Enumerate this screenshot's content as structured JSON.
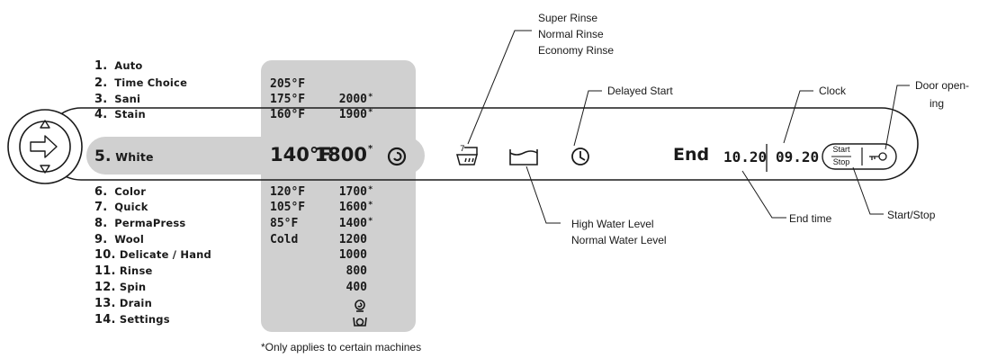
{
  "programs": [
    {
      "num": "1.",
      "name": "Auto",
      "temp": "",
      "spin": "",
      "star": ""
    },
    {
      "num": "2.",
      "name": "Time Choice",
      "temp": "205°F",
      "spin": "",
      "star": ""
    },
    {
      "num": "3.",
      "name": "Sani",
      "temp": "175°F",
      "spin": "2000",
      "star": "*"
    },
    {
      "num": "4.",
      "name": "Stain",
      "temp": "160°F",
      "spin": "1900",
      "star": "*"
    },
    {
      "num": "5.",
      "name": "White",
      "temp": "140°F",
      "spin": "1800",
      "star": "*"
    },
    {
      "num": "6.",
      "name": "Color",
      "temp": "120°F",
      "spin": "1700",
      "star": "*"
    },
    {
      "num": "7.",
      "name": "Quick",
      "temp": "105°F",
      "spin": "1600",
      "star": "*"
    },
    {
      "num": "8.",
      "name": "PermaPress",
      "temp": "85°F",
      "spin": "1400",
      "star": "*"
    },
    {
      "num": "9.",
      "name": "Wool",
      "temp": "Cold",
      "spin": "1200",
      "star": ""
    },
    {
      "num": "10.",
      "name": "Delicate / Hand",
      "temp": "",
      "spin": "1000",
      "star": ""
    },
    {
      "num": "11.",
      "name": "Rinse",
      "temp": "",
      "spin": "800",
      "star": ""
    },
    {
      "num": "12.",
      "name": "Spin",
      "temp": "",
      "spin": "400",
      "star": ""
    },
    {
      "num": "13.",
      "name": "Drain",
      "temp": "",
      "spin": "",
      "star": ""
    },
    {
      "num": "14.",
      "name": "Settings",
      "temp": "",
      "spin": "",
      "star": ""
    }
  ],
  "annotations": {
    "rinse_super": "Super Rinse",
    "rinse_normal": "Normal Rinse",
    "rinse_economy": "Economy Rinse",
    "delayed_start": "Delayed Start",
    "clock": "Clock",
    "door_opening_1": "Door open-",
    "door_opening_2": "ing",
    "water_high": "High Water Level",
    "water_normal": "Normal Water Level",
    "end_time": "End time",
    "start_stop": "Start/Stop"
  },
  "display": {
    "end_label": "End",
    "end_time_value": "10.20",
    "clock_value": "09.20",
    "start_label": "Start",
    "stop_label": "Stop"
  },
  "footnote": "*Only applies to certain machines",
  "colors": {
    "panel_grey": "#d0d0d0",
    "line": "#1a1a1a"
  }
}
